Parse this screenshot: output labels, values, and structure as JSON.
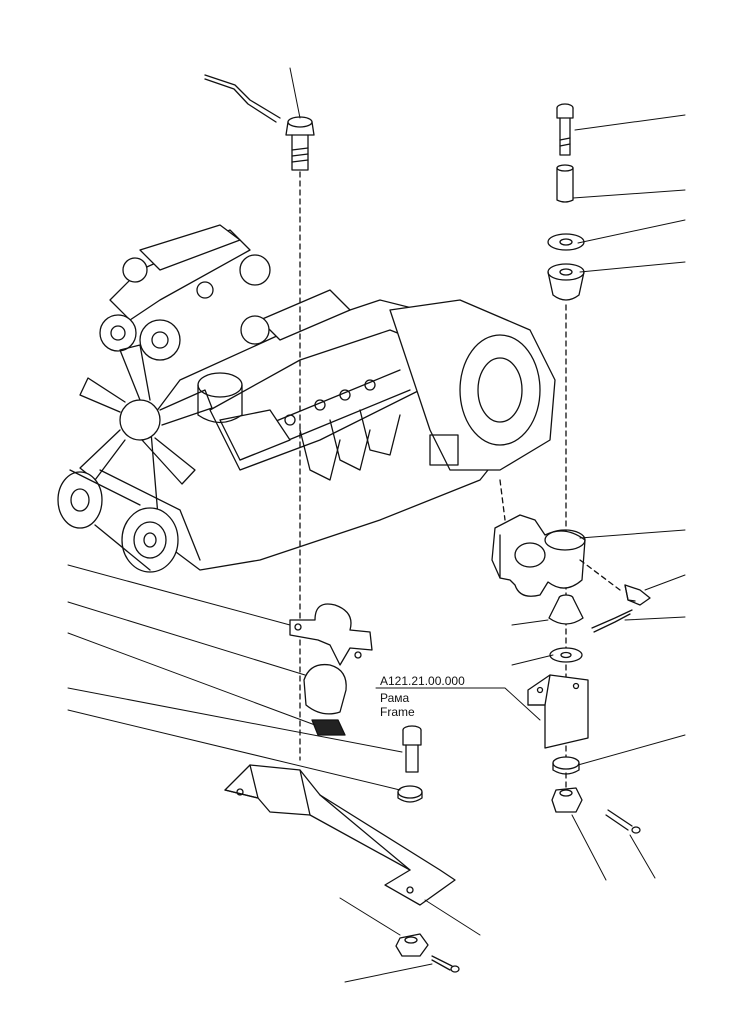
{
  "callout": {
    "part_number": "A121.21.00.000",
    "name_ru": "Рама",
    "name_en": "Frame"
  },
  "colors": {
    "line": "#111111",
    "paper": "#ffffff"
  },
  "parts": [
    "engine-assembly",
    "bolt-top-left",
    "cotter-pin-top-left",
    "bolt-top-right",
    "sleeve",
    "washer-top",
    "rubber-cushion-top",
    "engine-bracket",
    "bolt-bracket",
    "cotter-pin-bracket",
    "rubber-cushion-lower",
    "washer-lower",
    "frame-bracket",
    "washer-bottom",
    "nut-right",
    "cotter-pin-right",
    "clamp",
    "clamp-pad",
    "wedge",
    "bolt-left",
    "washer-left",
    "frame-crossmember",
    "nut-left",
    "cotter-pin-left"
  ]
}
